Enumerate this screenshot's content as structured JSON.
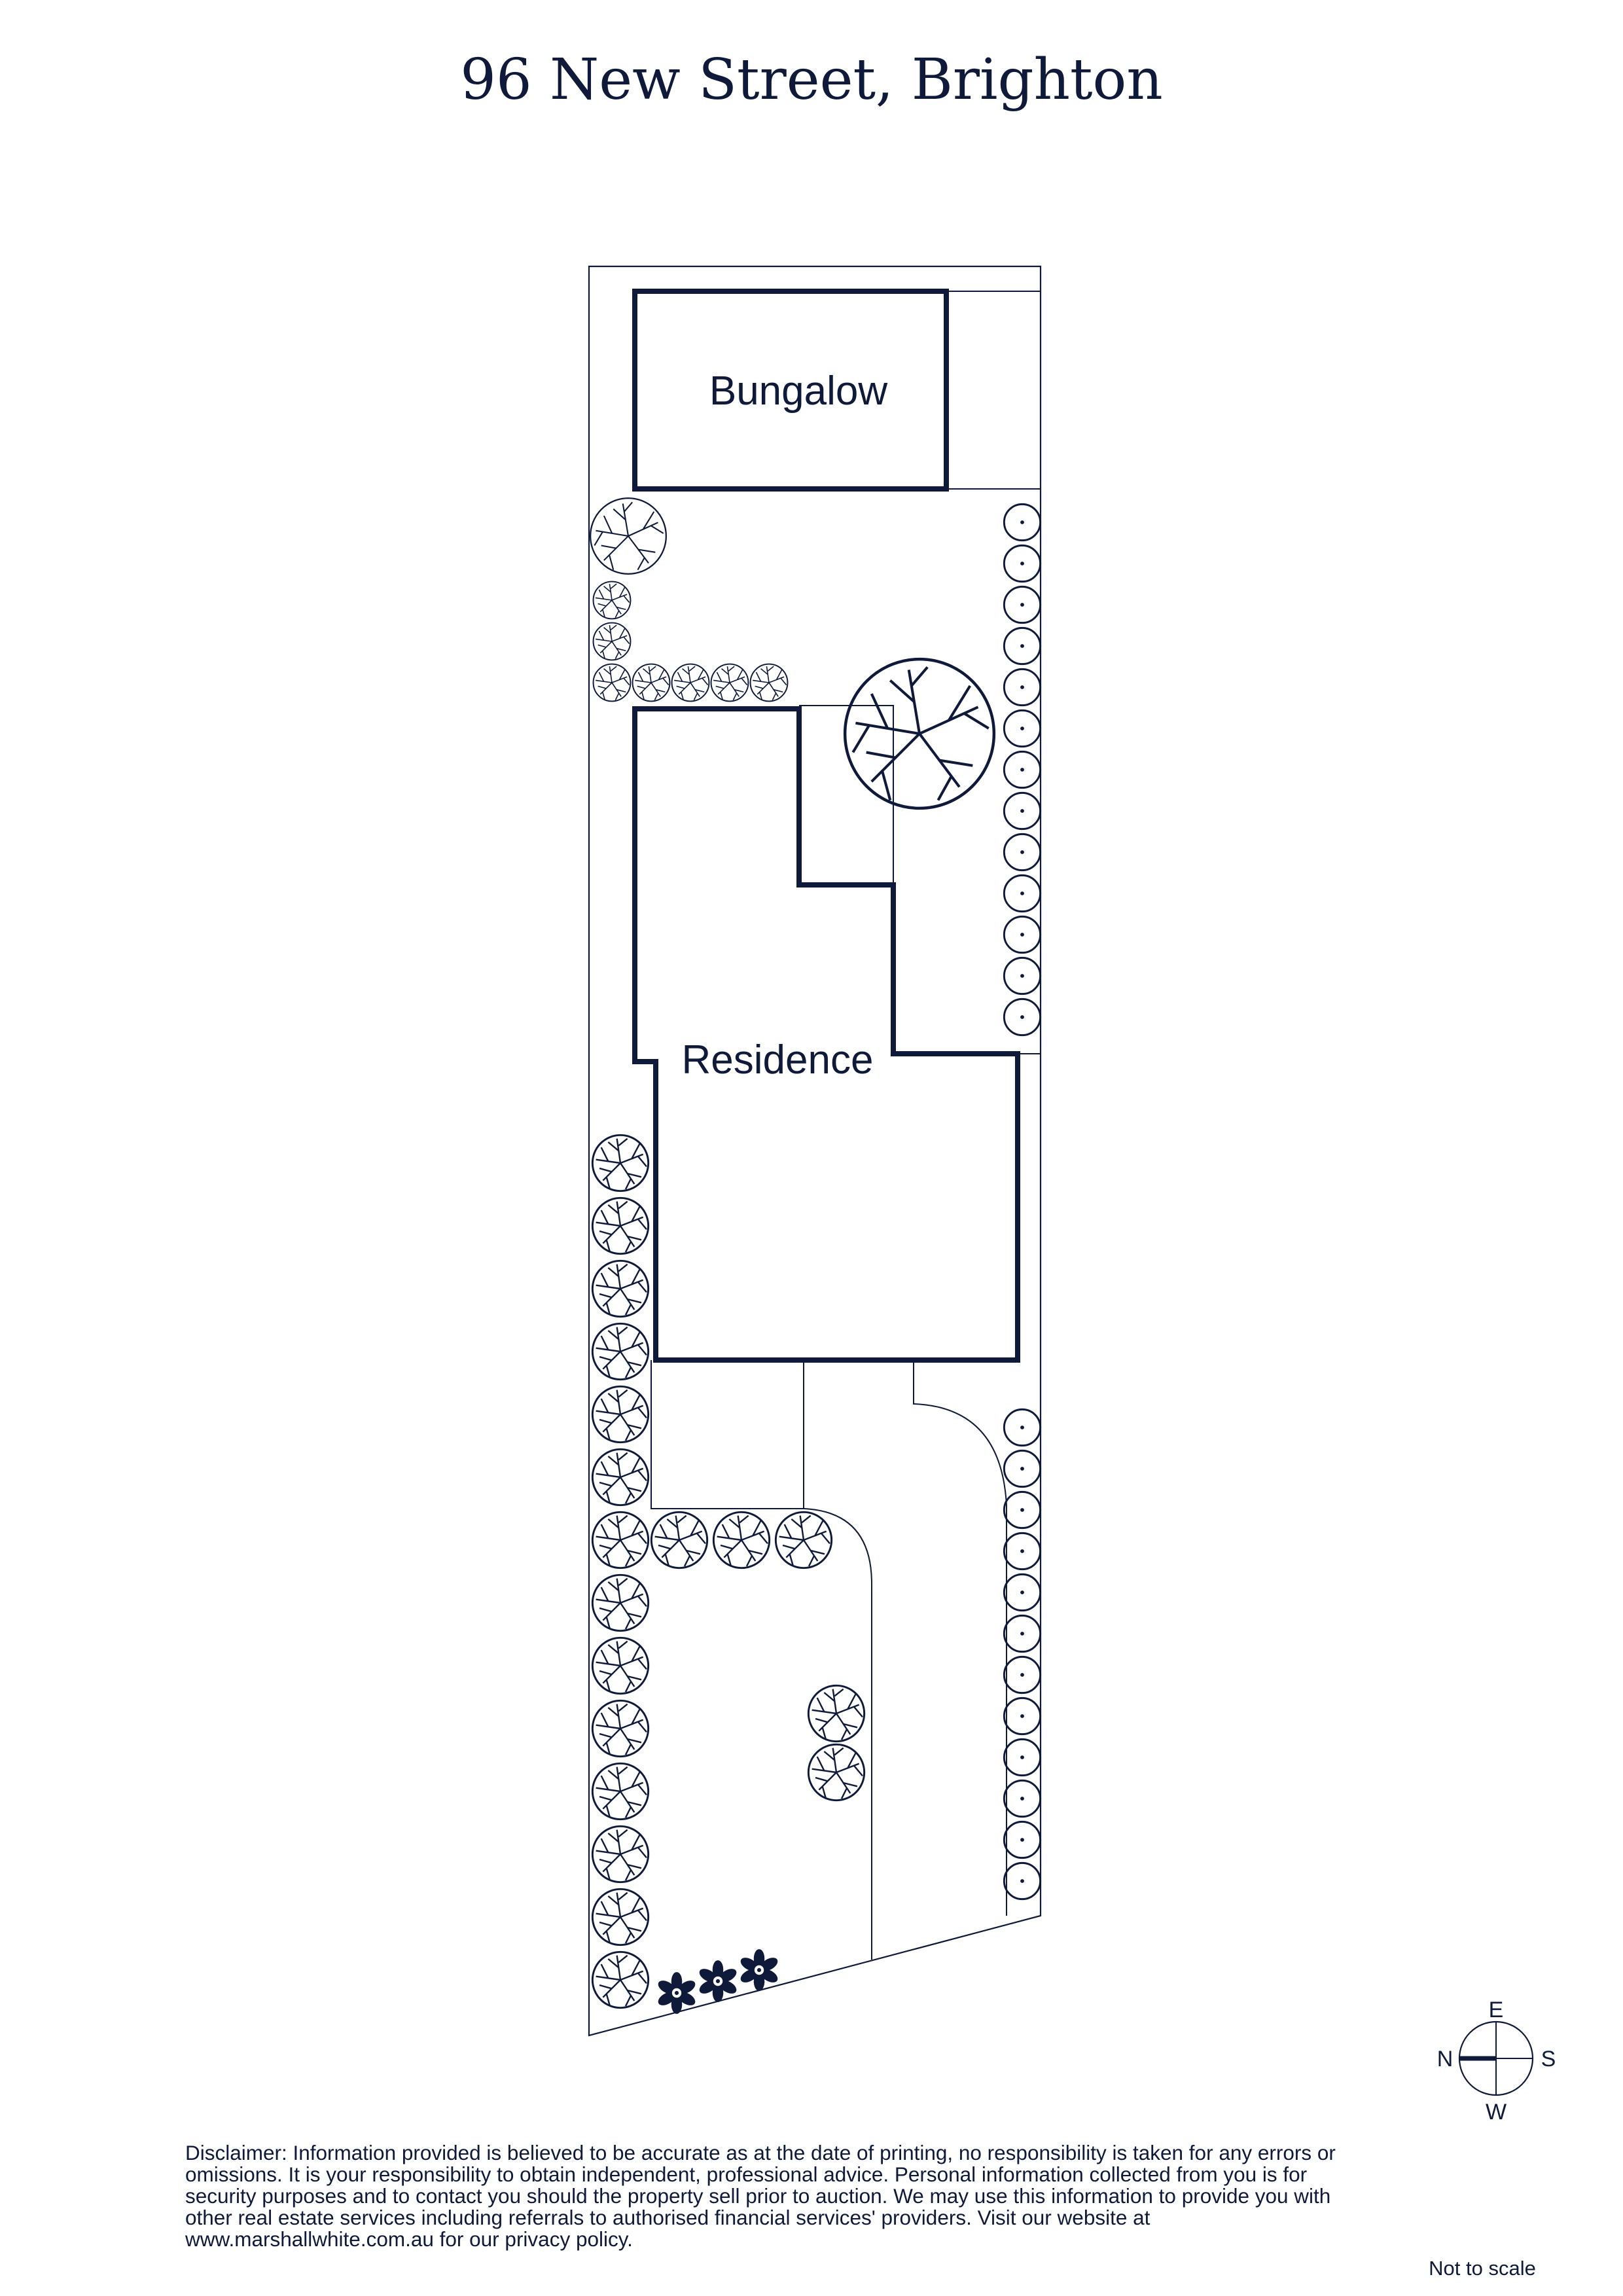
{
  "title": "96 New Street, Brighton",
  "rooms": [
    {
      "id": "bungalow",
      "label": "Bungalow"
    },
    {
      "id": "residence",
      "label": "Residence"
    }
  ],
  "compass": {
    "north": "N",
    "east": "E",
    "south": "S",
    "west": "W"
  },
  "disclaimer": "Disclaimer: Information provided is believed to be accurate as at the date of printing, no responsibility is taken for any errors or omissions. It is your responsibility to obtain independent, professional advice. Personal information collected from you is for security purposes and to contact you should the property sell prior to auction. We may use this information to provide you with other real estate services including referrals to authorised financial services' providers. Visit our website at www.marshallwhite.com.au for our privacy policy.",
  "scale_note": "Not to scale",
  "colors": {
    "ink": "#0f1a3a",
    "background": "#ffffff"
  }
}
